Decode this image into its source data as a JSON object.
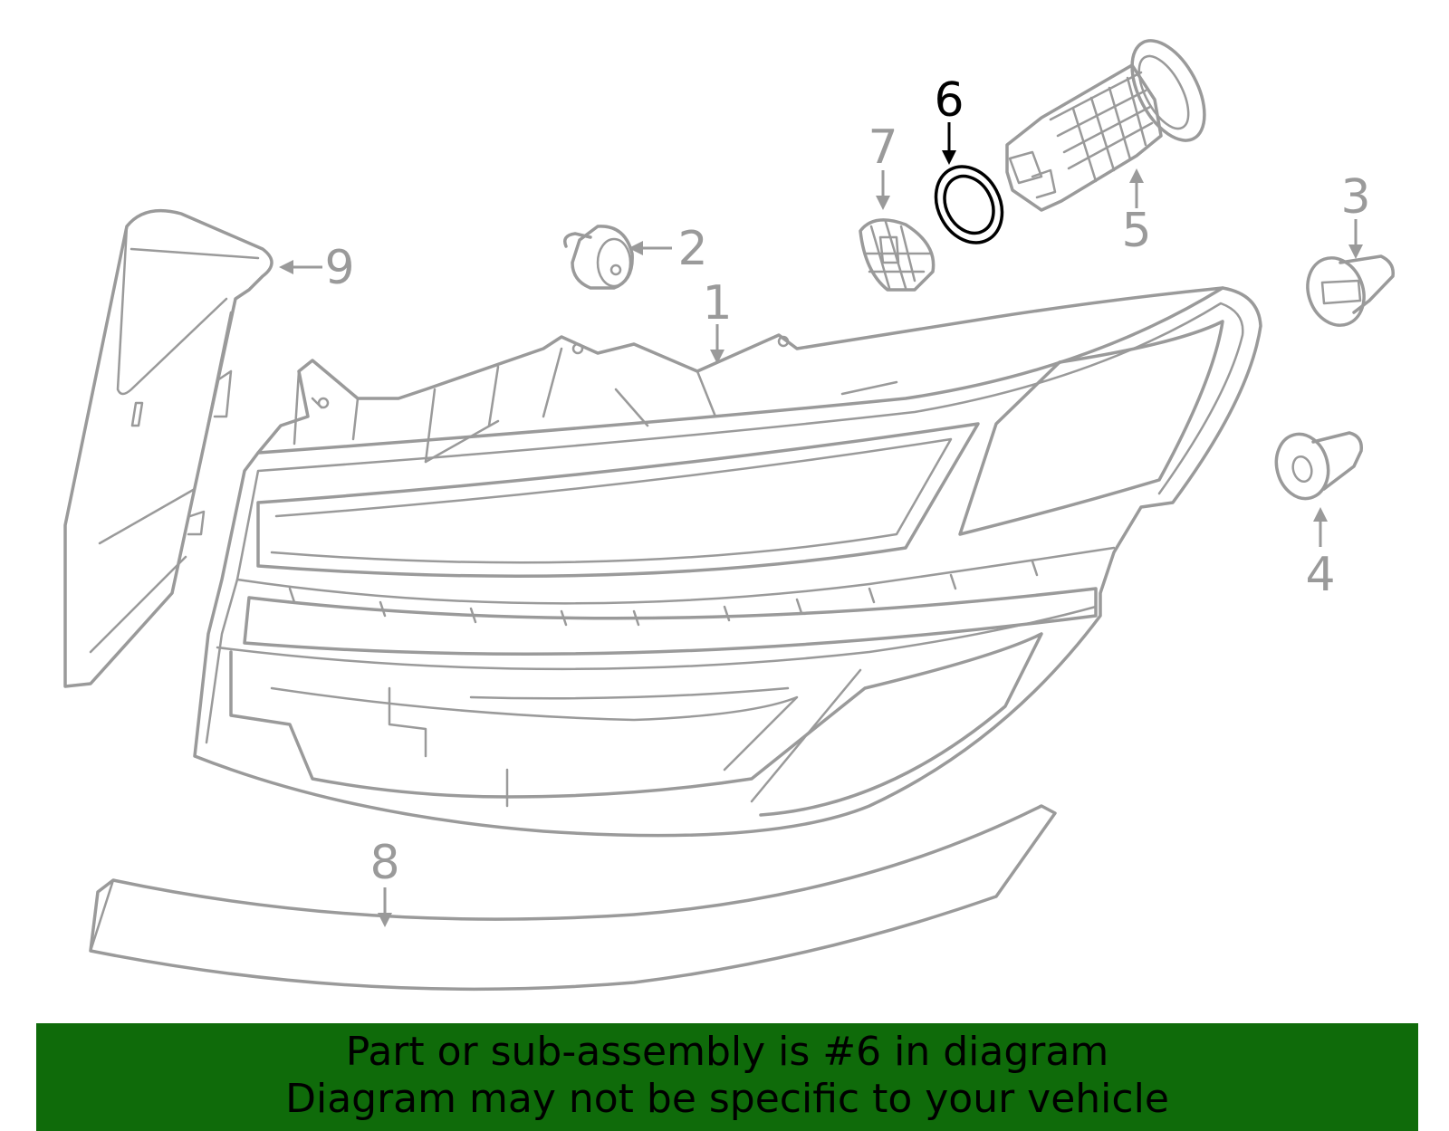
{
  "callouts": {
    "c1": "1",
    "c2": "2",
    "c3": "3",
    "c4": "4",
    "c5": "5",
    "c6": "6",
    "c7": "7",
    "c8": "8",
    "c9": "9"
  },
  "highlight": {
    "callout": "6",
    "color": "#000000"
  },
  "colors": {
    "part_stroke": "#9a9a9a",
    "banner_bg": "#0f6b0a"
  },
  "banner": {
    "line1": "Part or sub-assembly is #6 in diagram",
    "line2": "Diagram may not be specific to your vehicle"
  }
}
